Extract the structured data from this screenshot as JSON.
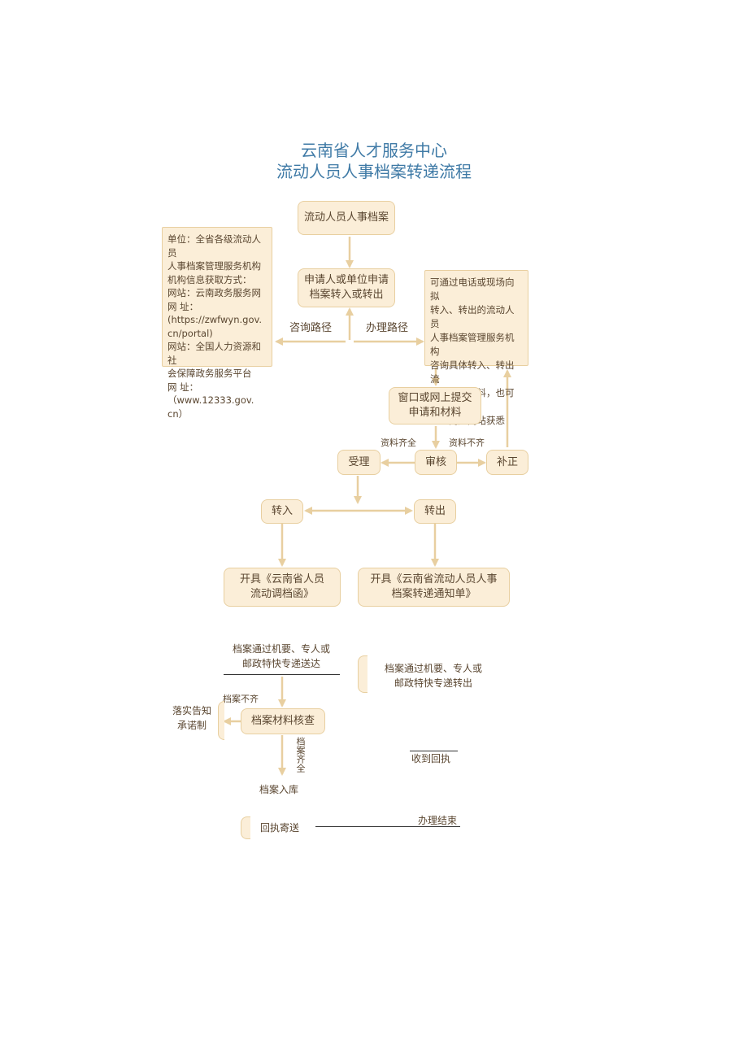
{
  "title": {
    "line1": "云南省人才服务中心",
    "line2": "流动人员人事档案转递流程"
  },
  "flow": {
    "start": "流动人员人事档案",
    "apply": [
      "申请人或单位申请",
      "档案转入或转出"
    ],
    "left_info": [
      "单位：全省各级流动人员",
      "人事档案管理服务机构",
      "机构信息获取方式：",
      "网站：云南政务服务网",
      "网 址：(https://zwfwyn.gov.",
      "cn/portal)",
      "网站：全国人力资源和社",
      "会保障政务服务平台",
      "网 址：（www.12333.gov.",
      "cn）"
    ],
    "right_info": [
      "可通过电话或现场向拟",
      "转入、转出的流动人员",
      "人事档案管理服务机构",
      "咨询具体转入、转出流",
      "程和相关材料，也可以",
      "通过门户网站获悉"
    ],
    "consult_path": "咨询路径",
    "handle_path": "办理路径",
    "submit": [
      "窗口或网上提交",
      "申请和材料"
    ],
    "materials_complete": "资料齐全",
    "materials_incomplete": "资料不齐",
    "accept": "受理",
    "review": "审核",
    "supplement": "补正",
    "transfer_in": "转入",
    "transfer_out": "转出",
    "issue_in": [
      "开具《云南省人员",
      "流动调档函》"
    ],
    "issue_out": [
      "开具《云南省流动人员人事",
      "档案转递通知单》"
    ]
  },
  "lower": {
    "delivered": [
      "档案通过机要、专人或",
      "邮政特快专递送达"
    ],
    "sent_out": [
      "档案通过机要、专人或",
      "邮政特快专递转出"
    ],
    "incomplete": "档案不齐",
    "commitment": [
      "落实告知",
      "承诺制"
    ],
    "check": "档案材料核查",
    "complete": "档案齐全",
    "receipt_received": "收到回执",
    "storage": "档案入库",
    "receipt_send": "回执寄送",
    "finish": "办理结束"
  },
  "colors": {
    "title": "#3f7aa6",
    "box_fill": "#fbeed8",
    "box_border": "#e8cfa0"
  }
}
